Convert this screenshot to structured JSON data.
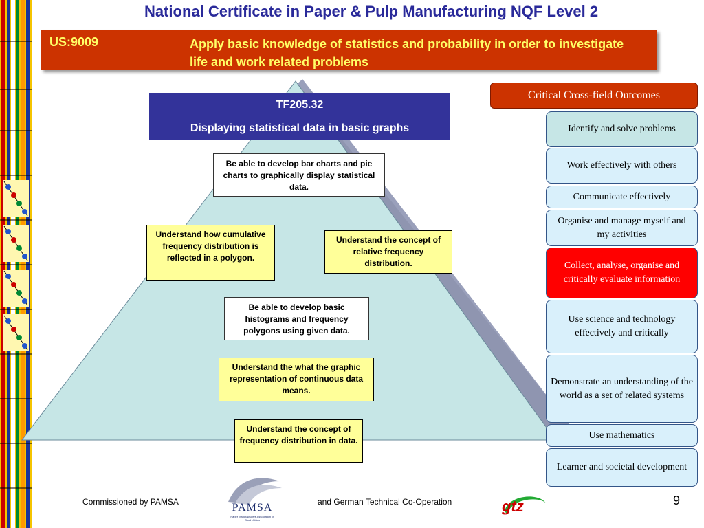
{
  "slide": {
    "title": "National Certificate in Paper & Pulp Manufacturing NQF Level 2",
    "page_number": "9"
  },
  "unit_standard": {
    "code": "US:9009",
    "title": "Apply basic knowledge of statistics and probability in order to investigate life and work related problems"
  },
  "topic": {
    "code": "TF205.32",
    "title": "Displaying statistical data in basic graphs"
  },
  "outcomes": [
    "Be able to develop bar charts and pie charts to graphically display statistical data.",
    "Understand how cumulative frequency distribution is reflected in a polygon.",
    "Understand the concept of relative frequency distribution.",
    "Be able to develop basic histograms and frequency polygons using given data.",
    "Understand the what the graphic representation of continuous data means.",
    "Understand the concept of frequency distribution in data."
  ],
  "critical_cross_field": {
    "header": "Critical Cross-field Outcomes",
    "items": [
      "Identify and solve problems",
      "Work effectively with others",
      "Communicate effectively",
      "Organise and manage myself and my activities",
      "Collect, analyse, organise and critically evaluate information",
      "Use science and technology effectively and critically",
      "Demonstrate an understanding of the world as a set of related systems",
      "Use mathematics",
      "Learner and societal development"
    ],
    "highlighted_index": 4
  },
  "footer": {
    "commissioned": "Commissioned by PAMSA",
    "cooperation": "and German Technical Co-Operation",
    "pamsa_logo_text": "PAMSA",
    "pamsa_logo_subtext": "Paper Manufacturers Association of South Africa",
    "gtz_logo_text": "gtz"
  },
  "colors": {
    "title": "#2a2a9a",
    "banner": "#cc3300",
    "banner_text": "#ffff66",
    "topic_box": "#33339a",
    "pyramid": "#c6e6e6",
    "highlight": "#ff0000",
    "outcome_light_blue": "#d9f0fb",
    "outcome_teal": "#c6e6e6"
  }
}
